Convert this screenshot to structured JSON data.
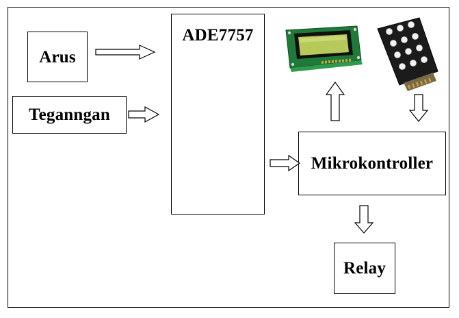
{
  "blocks": {
    "arus": "Arus",
    "tegangan": "Teganngan",
    "ade": "ADE7757",
    "mikro": "Mikrokontroller",
    "relay": "Relay"
  },
  "images": {
    "lcd": "lcd-module",
    "keypad": "keypad-module"
  },
  "colors": {
    "line": "#000000",
    "background": "#ffffff",
    "lcd_pcb": "#1f7a3a",
    "lcd_screen": "#b7c95a",
    "keypad_body": "#1b1b1b",
    "keypad_key": "#f2f2f2"
  }
}
